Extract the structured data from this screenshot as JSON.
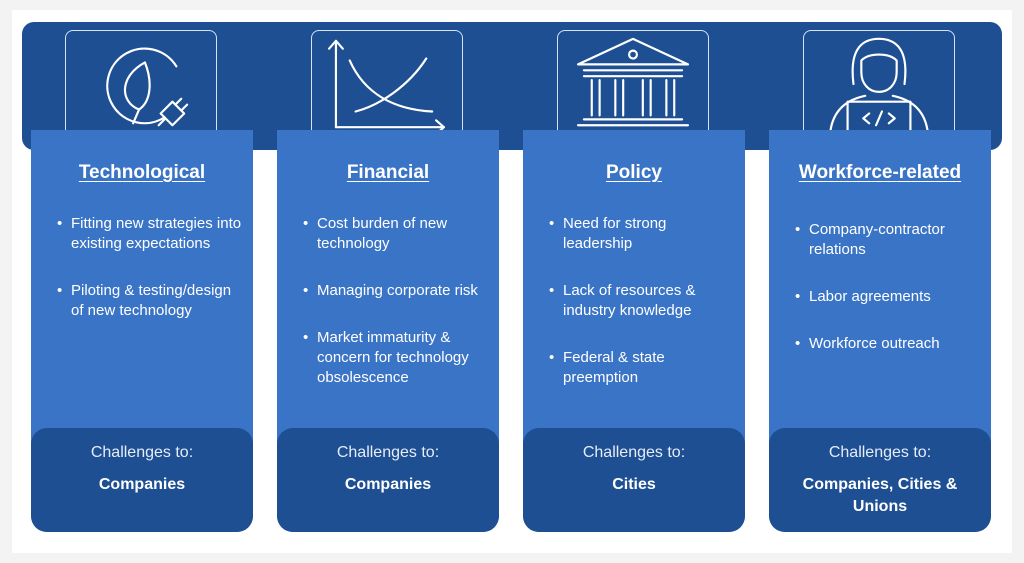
{
  "columns": [
    {
      "heading": "Technological",
      "icon": "leaf-plug-icon",
      "bullets": [
        "Fitting new strategies into existing expectations",
        "Piloting & testing/design of new technology"
      ],
      "footer_label": "Challenges to:",
      "footer_value": "Companies"
    },
    {
      "heading": "Financial",
      "icon": "cost-curve-icon",
      "bullets": [
        "Cost burden of new technology",
        "Managing corporate risk",
        "Market immaturity & concern for technology obsolescence"
      ],
      "footer_label": "Challenges to:",
      "footer_value": "Companies"
    },
    {
      "heading": "Policy",
      "icon": "government-building-icon",
      "bullets": [
        "Need for strong leadership",
        "Lack of resources & industry knowledge",
        "Federal & state preemption"
      ],
      "footer_label": "Challenges to:",
      "footer_value": "Cities"
    },
    {
      "heading": "Workforce-related",
      "icon": "worker-laptop-icon",
      "bullets": [
        "Company-contractor relations",
        "Labor agreements",
        "Workforce outreach"
      ],
      "footer_label": "Challenges to:",
      "footer_value": "Companies, Cities & Unions"
    }
  ],
  "colors": {
    "banner": "#1e4f93",
    "column": "#3a74c7",
    "footer": "#1e4f93",
    "text": "#ffffff"
  }
}
